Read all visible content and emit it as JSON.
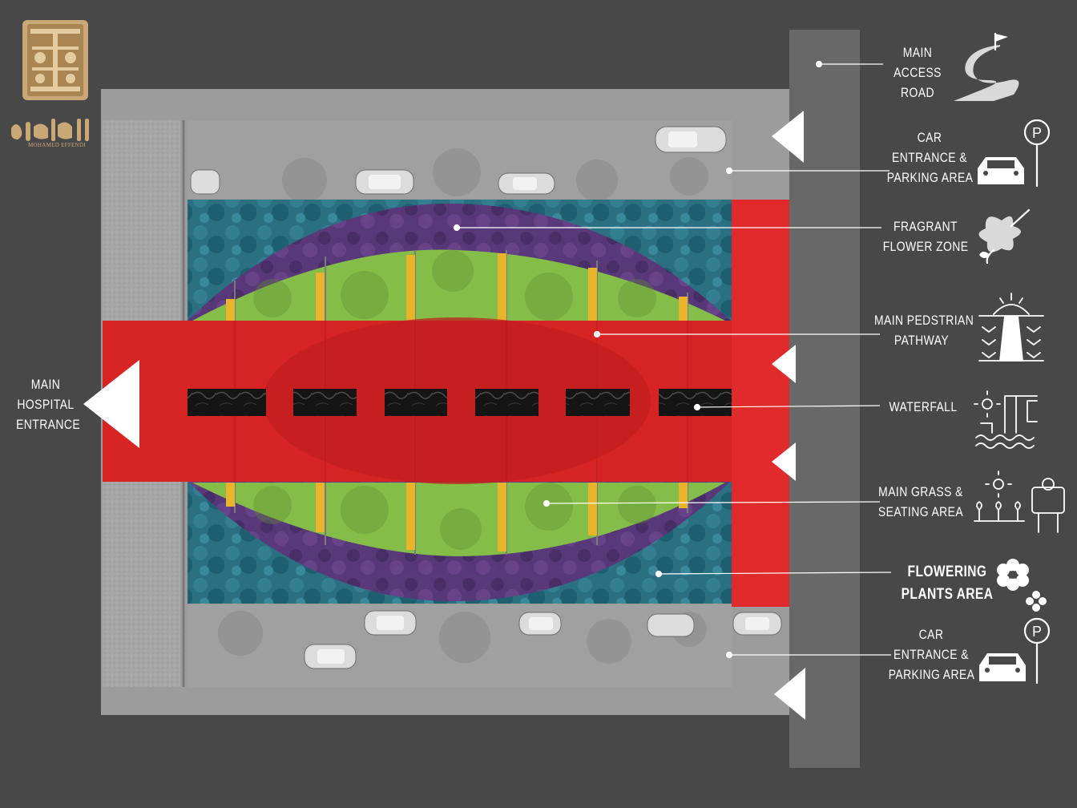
{
  "labels": {
    "main_access_road": [
      "MAIN",
      "ACCESS",
      "ROAD"
    ],
    "car_parking_top": [
      "CAR",
      "ENTRANCE &",
      "PARKING AREA"
    ],
    "fragrant_flower_zone": [
      "FRAGRANT",
      "FLOWER ZONE"
    ],
    "main_pedestrian_pathway": [
      "MAIN PEDSTRIAN",
      "PATHWAY"
    ],
    "waterfall": [
      "WATERFALL"
    ],
    "main_grass_seating": [
      "MAIN GRASS &",
      "SEATING AREA"
    ],
    "flowering_plants": [
      "FLOWERING",
      "PLANTS AREA"
    ],
    "car_parking_bottom": [
      "CAR",
      "ENTRANCE &",
      "PARKING AREA"
    ],
    "main_hospital_entrance": [
      "MAIN",
      "HOSPITAL",
      "ENTRANCE"
    ]
  },
  "logo": {
    "signature": "MOHAMED EFFENDI",
    "subtitle": "MOHAMED EFFENDI"
  },
  "icons": [
    "road-flag-icon",
    "car-parking-icon",
    "hibiscus-flower-icon",
    "pathway-sun-icon",
    "waterfall-icon",
    "grass-seating-icon",
    "flowers-icon",
    "car-parking-icon"
  ],
  "colors": {
    "background": "#484848",
    "site": "#9c9c9c",
    "road": "#686868",
    "pathway": "#d62425",
    "pool": "#c91f1f",
    "water": "#111111",
    "flower_zone": "#5b3578",
    "planting": "#2a6f82",
    "grass": "#84be48",
    "bench": "#e8b42c",
    "logo": "#c9a777"
  }
}
